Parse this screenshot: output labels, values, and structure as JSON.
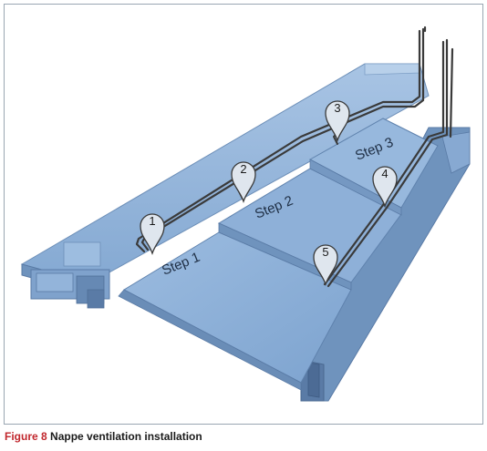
{
  "figure": {
    "label": "Figure 8",
    "title": "Nappe ventilation installation"
  },
  "steps": [
    {
      "label": "Step 1"
    },
    {
      "label": "Step 2"
    },
    {
      "label": "Step 3"
    }
  ],
  "markers": [
    {
      "number": "1"
    },
    {
      "number": "2"
    },
    {
      "number": "3"
    },
    {
      "number": "4"
    },
    {
      "number": "5"
    }
  ],
  "colors": {
    "concrete_top": "#8aaed6",
    "concrete_side": "#6f93bd",
    "concrete_dark": "#5a7ba6",
    "pipe": "#3a3a3a",
    "marker_fill": "#dfe6ee",
    "caption_label": "#c1272d"
  }
}
